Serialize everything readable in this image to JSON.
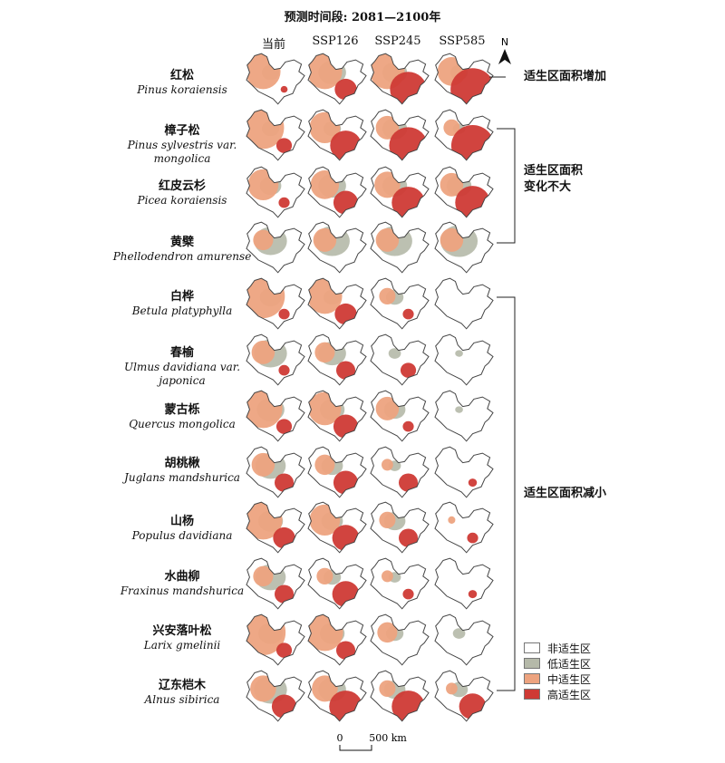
{
  "title": "预测时间段: 2081—2100年",
  "columns": [
    "当前",
    "SSP126",
    "SSP245",
    "SSP585"
  ],
  "species": [
    {
      "cn": "红松",
      "latin": [
        "Pinus koraiensis"
      ]
    },
    {
      "cn": "樟子松",
      "latin": [
        "Pinus sylvestris var.",
        "mongolica"
      ]
    },
    {
      "cn": "红皮云杉",
      "latin": [
        "Picea koraiensis"
      ]
    },
    {
      "cn": "黄檗",
      "latin": [
        "Phellodendron amurense"
      ]
    },
    {
      "cn": "白桦",
      "latin": [
        "Betula platyphylla"
      ]
    },
    {
      "cn": "春榆",
      "latin": [
        "Ulmus davidiana var.",
        "japonica"
      ]
    },
    {
      "cn": "蒙古栎",
      "latin": [
        "Quercus mongolica"
      ]
    },
    {
      "cn": "胡桃楸",
      "latin": [
        "Juglans mandshurica"
      ]
    },
    {
      "cn": "山杨",
      "latin": [
        "Populus davidiana"
      ]
    },
    {
      "cn": "水曲柳",
      "latin": [
        "Fraxinus mandshurica"
      ]
    },
    {
      "cn": "兴安落叶松",
      "latin": [
        "Larix gmelinii"
      ]
    },
    {
      "cn": "辽东桤木",
      "latin": [
        "Alnus sibirica"
      ]
    }
  ],
  "groups": [
    {
      "label": [
        "适生区面积增加"
      ],
      "rows": [
        0,
        0
      ]
    },
    {
      "label": [
        "适生区面积",
        "变化不大"
      ],
      "rows": [
        1,
        3
      ]
    },
    {
      "label": [
        "适生区面积减小"
      ],
      "rows": [
        4,
        11
      ]
    }
  ],
  "north_label": "N",
  "scale": {
    "zero": "0",
    "distance": "500 km"
  },
  "legend": [
    {
      "label": "非适生区",
      "color": "#ffffff"
    },
    {
      "label": "低适生区",
      "color": "#b5b9a9"
    },
    {
      "label": "中适生区",
      "color": "#eda37f"
    },
    {
      "label": "高适生区",
      "color": "#cf3a35"
    }
  ],
  "suitability": [
    [
      [
        0.1,
        0.45,
        0.02
      ],
      [
        0.25,
        0.45,
        0.2
      ],
      [
        0.2,
        0.45,
        0.55
      ],
      [
        0.1,
        0.3,
        0.8
      ]
    ],
    [
      [
        0.1,
        0.65,
        0.1
      ],
      [
        0.1,
        0.35,
        0.4
      ],
      [
        0.2,
        0.2,
        0.6
      ],
      [
        0.05,
        0.1,
        0.75
      ]
    ],
    [
      [
        0.15,
        0.35,
        0.05
      ],
      [
        0.25,
        0.3,
        0.25
      ],
      [
        0.2,
        0.25,
        0.45
      ],
      [
        0.2,
        0.2,
        0.5
      ]
    ],
    [
      [
        0.35,
        0.15,
        0.0
      ],
      [
        0.4,
        0.2,
        0.0
      ],
      [
        0.4,
        0.2,
        0.0
      ],
      [
        0.45,
        0.2,
        0.0
      ]
    ],
    [
      [
        0.15,
        0.7,
        0.05
      ],
      [
        0.1,
        0.45,
        0.2
      ],
      [
        0.1,
        0.1,
        0.05
      ],
      [
        0.0,
        0.0,
        0.0
      ]
    ],
    [
      [
        0.35,
        0.2,
        0.05
      ],
      [
        0.25,
        0.15,
        0.15
      ],
      [
        0.05,
        0.0,
        0.1
      ],
      [
        0.02,
        0.0,
        0.0
      ]
    ],
    [
      [
        0.25,
        0.55,
        0.1
      ],
      [
        0.2,
        0.4,
        0.25
      ],
      [
        0.15,
        0.2,
        0.05
      ],
      [
        0.02,
        0.0,
        0.0
      ]
    ],
    [
      [
        0.3,
        0.2,
        0.15
      ],
      [
        0.15,
        0.15,
        0.25
      ],
      [
        0.05,
        0.05,
        0.15
      ],
      [
        0.0,
        0.0,
        0.03
      ]
    ],
    [
      [
        0.2,
        0.55,
        0.2
      ],
      [
        0.15,
        0.35,
        0.3
      ],
      [
        0.15,
        0.1,
        0.15
      ],
      [
        0.0,
        0.02,
        0.05
      ]
    ],
    [
      [
        0.3,
        0.15,
        0.15
      ],
      [
        0.1,
        0.1,
        0.3
      ],
      [
        0.05,
        0.05,
        0.05
      ],
      [
        0.0,
        0.0,
        0.03
      ]
    ],
    [
      [
        0.2,
        0.75,
        0.1
      ],
      [
        0.2,
        0.5,
        0.15
      ],
      [
        0.1,
        0.15,
        0.0
      ],
      [
        0.05,
        0.0,
        0.0
      ]
    ],
    [
      [
        0.35,
        0.25,
        0.25
      ],
      [
        0.25,
        0.25,
        0.45
      ],
      [
        0.15,
        0.1,
        0.45
      ],
      [
        0.1,
        0.05,
        0.3
      ]
    ]
  ]
}
